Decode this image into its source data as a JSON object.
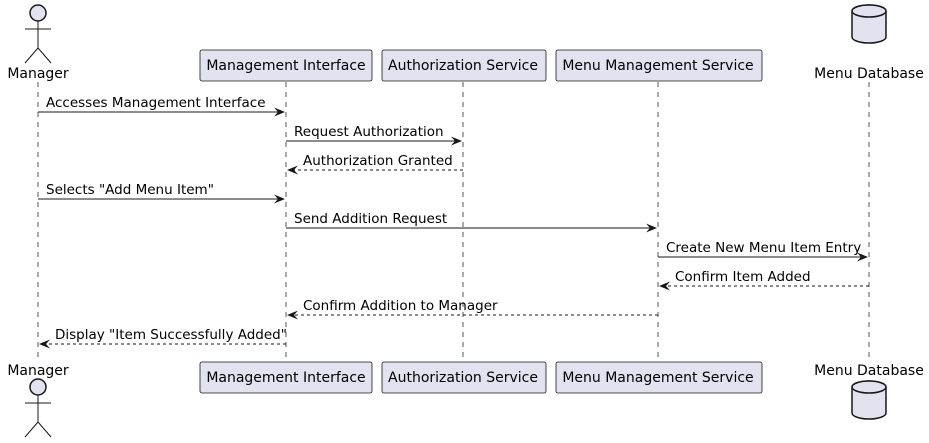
{
  "participants": [
    {
      "id": "manager",
      "label": "Manager",
      "shape": "actor"
    },
    {
      "id": "mgmt",
      "label": "Management Interface",
      "shape": "box"
    },
    {
      "id": "auth",
      "label": "Authorization Service",
      "shape": "box"
    },
    {
      "id": "menusvc",
      "label": "Menu Management Service",
      "shape": "box"
    },
    {
      "id": "menudb",
      "label": "Menu Database",
      "shape": "database"
    }
  ],
  "messages": [
    {
      "from": "manager",
      "to": "mgmt",
      "label": "Accesses Management Interface",
      "style": "solid"
    },
    {
      "from": "mgmt",
      "to": "auth",
      "label": "Request Authorization",
      "style": "solid"
    },
    {
      "from": "auth",
      "to": "mgmt",
      "label": "Authorization Granted",
      "style": "dashed"
    },
    {
      "from": "manager",
      "to": "mgmt",
      "label": "Selects \"Add Menu Item\"",
      "style": "solid"
    },
    {
      "from": "mgmt",
      "to": "menusvc",
      "label": "Send Addition Request",
      "style": "solid"
    },
    {
      "from": "menusvc",
      "to": "menudb",
      "label": "Create New Menu Item Entry",
      "style": "solid"
    },
    {
      "from": "menudb",
      "to": "menusvc",
      "label": "Confirm Item Added",
      "style": "dashed"
    },
    {
      "from": "menusvc",
      "to": "mgmt",
      "label": "Confirm Addition to Manager",
      "style": "dashed"
    },
    {
      "from": "mgmt",
      "to": "manager",
      "label": "Display \"Item Successfully Added\"",
      "style": "dashed"
    }
  ]
}
